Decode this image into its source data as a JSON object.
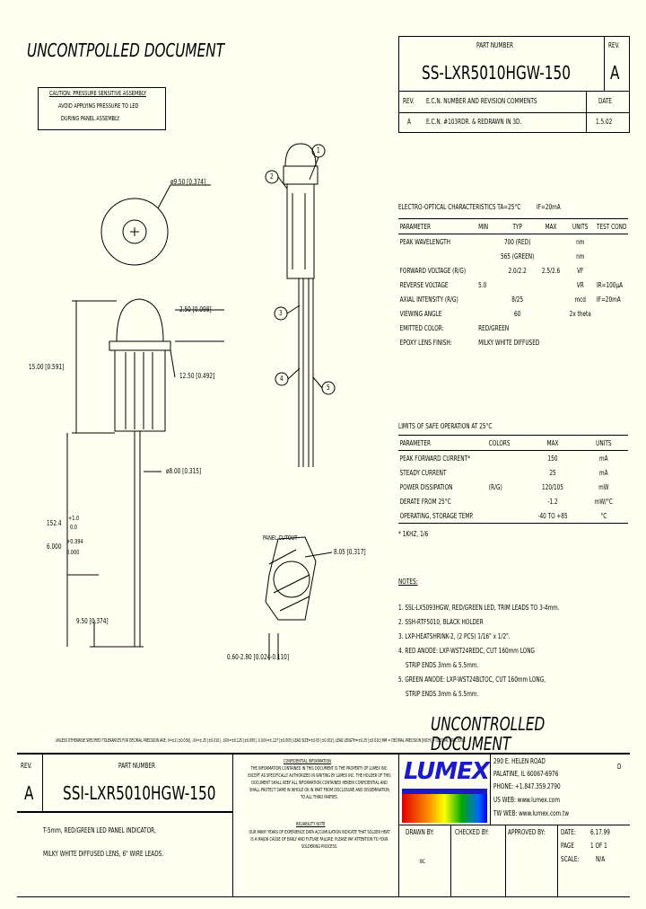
{
  "header": {
    "uncontrolled": "UNCONTPOLLED DOCUMENT",
    "part_number_label": "PART NUMBER",
    "part_number": "SS-LXR5010HGW-150",
    "rev_label": "REV.",
    "rev": "A",
    "revision_table": {
      "headers": [
        "REV.",
        "E.C.N. NUMBER AND REVISION COMMENTS",
        "DATE"
      ],
      "rows": [
        [
          "A",
          "E.C.N. #103RDR. & REDRAWN IN 3D.",
          "1.5.02"
        ]
      ]
    }
  },
  "caution": {
    "title": "CAUTION: PRESSURE SENSITIVE ASSEMBLY",
    "line1": "AVOID APPLYING PRESSURE TO LED",
    "line2": "DURING PANEL ASSEMBLY."
  },
  "drawing": {
    "dim_diameter_950": "ø9.50 [0.374]",
    "dim_250": "2.50 [0.098]",
    "dim_1500": "15.00 [0.591]",
    "dim_1250": "12.50 [0.492]",
    "dim_diameter_800": "ø8.00 [0.315]",
    "dim_1524": "152.4",
    "dim_1524_tol_plus": "+1.0",
    "dim_1524_tol_minus": "0.0",
    "dim_6000": "6.000",
    "dim_6000_tol_plus": "+0.394",
    "dim_6000_tol_minus": "0.000",
    "dim_950_bottom": "9.50 [0.374]",
    "panel_cutout": "PANEL CUTOUT",
    "dim_805": "8.05 [0.317]",
    "dim_panel_thickness": "0.60-2.80 [0.024-0.110]",
    "balloons": [
      "1",
      "2",
      "3",
      "4",
      "5"
    ]
  },
  "electro_optical": {
    "title": "ELECTRO-OPTICAL CHARACTERISTICS TA=25°C",
    "condition": "IF=20mA",
    "headers": [
      "PARAMETER",
      "MIN",
      "TYP",
      "MAX",
      "UNITS",
      "TEST COND"
    ],
    "rows": [
      [
        "PEAK WAVELENGTH",
        "",
        "700 (RED)",
        "",
        "nm",
        ""
      ],
      [
        "",
        "",
        "565 (GREEN)",
        "",
        "nm",
        ""
      ],
      [
        "FORWARD VOLTAGE (R/G)",
        "",
        "2.0/2.2",
        "2.5/2.6",
        "VF",
        ""
      ],
      [
        "REVERSE VOLTAGE",
        "5.0",
        "",
        "",
        "VR",
        "IR=100μA"
      ],
      [
        "AXIAL INTENSITY (R/G)",
        "",
        "8/25",
        "",
        "mcd",
        "IF=20mA"
      ],
      [
        "VIEWING ANGLE",
        "",
        "60",
        "",
        "2x theta",
        ""
      ],
      [
        "EMITTED COLOR:",
        "RED/GREEN",
        "",
        "",
        "",
        ""
      ],
      [
        "EPOXY LENS FINISH:",
        "MILKY WHITE DIFFUSED",
        "",
        "",
        "",
        ""
      ]
    ]
  },
  "safe_operation": {
    "title": "LIMITS OF SAFE OPERATION AT 25°C",
    "headers": [
      "PARAMETER",
      "COLORS",
      "MAX",
      "UNITS"
    ],
    "rows": [
      [
        "PEAK FORWARD CURRENT*",
        "",
        "150",
        "mA"
      ],
      [
        "STEADY CURRENT",
        "",
        "25",
        "mA"
      ],
      [
        "POWER DISSIPATION",
        "(R/G)",
        "120/105",
        "mW"
      ],
      [
        "DERATE FROM 25°C",
        "",
        "-1.2",
        "mW/°C"
      ],
      [
        "OPERATING, STORAGE TEMP.",
        "",
        "-40 TO +85",
        "°C"
      ]
    ],
    "footnote": "* 1KHZ, 1/6"
  },
  "notes": {
    "title": "NOTES:",
    "items": [
      "1. SSL-LX5093HGW, RED/GREEN LED, TRIM LEADS TO 3-4mm.",
      "2. SSH-RTF5010, BLACK HOLDER",
      "3. LXP-HEATSHRINK-2, (2 PCS) 1/16\" x 1/2\".",
      "4. RED ANODE: LXP-WST24REDC, CUT 160mm LONG",
      "STRIP ENDS 3mm & 5.5mm.",
      "5. GREEN ANODE: LXP-WST24BLTOC, CUT 160mm LONG,",
      "STRIP ENDS 3mm & 5.5mm."
    ]
  },
  "uncontrolled_bottom": "UNCONTROLLED DOCUMENT",
  "tolerance_line": "UNLESS OTHERWISE SPECIFIED TOLERANCES FOR DECIMAL PRECISION ARE: X=±1 [±0.039], .XX=±.25 [±0.010], .XXX=±0.125 [±0.005], X.XXX=±.127 [±0.005]   LEAD SIZE=±0.05 [±0.002], LEAD LENGTH=±0.25 [±0.010]  MM = DECIMAL PRECISION  [INCH] = DECIMAL PRECISION",
  "title_block": {
    "rev_label": "REV.",
    "rev": "A",
    "part_number_label": "PART NUMBER",
    "part_number": "SSI-LXR5010HGW-150",
    "description_line1": "T-5mm, RED/GREEN LED PANEL INDICATOR,",
    "description_line2": "MILKY WHITE DIFFUSED LENS, 6\" WIRE LEADS.",
    "confidential_title": "CONFIDENTIAL INFORMATION",
    "confidential_text": "THE INFORMATION CONTAINED IN THIS DOCUMENT IS THE PROPERTY OF LUMEX INC. EXCEPT AS SPECIFICALLY AUTHORIZED IN WRITING BY LUMEX INC. THE HOLDER OF THIS DOCUMENT SHALL KEEP ALL INFORMATION CONTAINED HEREIN CONFIDENTIAL AND SHALL PROTECT SAME IN WHOLE OR IN PART FROM DISCLOSURE AND DISSEMINATION TO ALL THIRD PARTIES.",
    "reliability_title": "RELIABILITY NOTE",
    "reliability_text": "OUR MANY YEARS OF EXPERIENCE DATA ACCUMULATION INDICATE THAT SOLDER HEAT IS A MAJOR CAUSE OF EARLY AND FUTURE FAILURE. PLEASE PAY ATTENTION TO YOUR SOLDERING PROCESS.",
    "logo_text": "LUMEX",
    "address1": "290 E. HELEN ROAD",
    "address2": "PALATINE, IL 60067-6976",
    "phone": "PHONE: +1.847.359.2790",
    "us_web": "US WEB: www.lumex.com",
    "tw_web": "TW WEB: www.lumex.com.tw",
    "sheet_code": "D",
    "drawn_by_label": "DRAWN BY:",
    "drawn_by": "BC",
    "checked_by_label": "CHECKED BY:",
    "approved_by_label": "APPROVED BY:",
    "date_label": "DATE:",
    "date": "6.17.99",
    "page_label": "PAGE",
    "page": "1 OF 1",
    "scale_label": "SCALE:",
    "scale": "N/A"
  }
}
